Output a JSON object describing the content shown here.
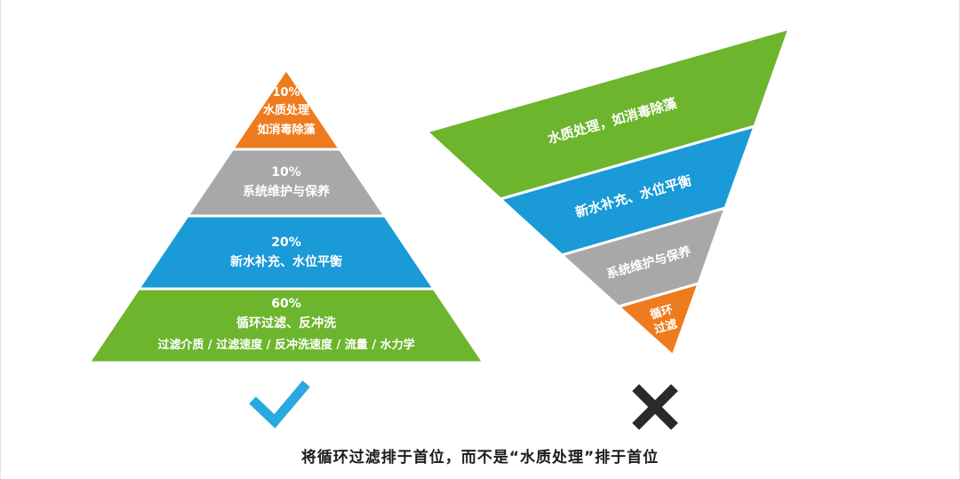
{
  "palette": {
    "orange": "#ee7b1e",
    "gray": "#a8a8a8",
    "blue": "#1a9ad6",
    "green": "#6cb52d",
    "white": "#ffffff",
    "check_blue": "#29a9e0",
    "x_black": "#2a2a2a"
  },
  "left_pyramid": {
    "layers": [
      {
        "percent": "10%",
        "title": "水质处理",
        "subtitle": "如消毒除藻"
      },
      {
        "percent": "10%",
        "title": "系统维护与保养"
      },
      {
        "percent": "20%",
        "title": "新水补充、水位平衡"
      },
      {
        "percent": "60%",
        "title": "循环过滤、反冲洗",
        "subtitle": "过滤介质 / 过滤速度 / 反冲洗速度 / 流量 / 水力学"
      }
    ]
  },
  "right_pyramid": {
    "layers": [
      {
        "label": "水质处理，如消毒除藻"
      },
      {
        "label": "新水补充、水位平衡"
      },
      {
        "label": "系统维护与保养"
      },
      {
        "line1": "循环",
        "line2": "过滤"
      }
    ]
  },
  "caption": "将循环过滤排于首位，而不是“水质处理”排于首位"
}
